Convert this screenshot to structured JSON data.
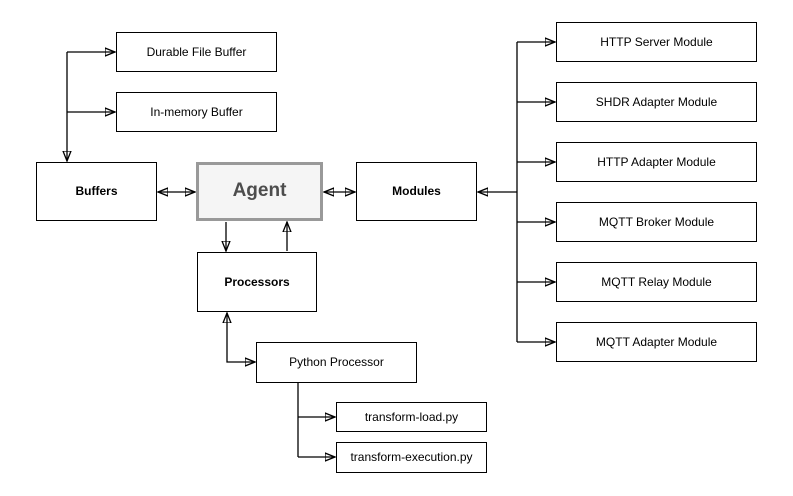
{
  "nodes": {
    "durable_file_buffer": "Durable File Buffer",
    "in_memory_buffer": "In-memory Buffer",
    "buffers": "Buffers",
    "agent": "Agent",
    "modules": "Modules",
    "processors": "Processors",
    "python_processor": "Python Processor",
    "transform_load": "transform-load.py",
    "transform_execution": "transform-execution.py"
  },
  "module_list": [
    "HTTP Server Module",
    "SHDR Adapter Module",
    "HTTP Adapter Module",
    "MQTT Broker Module",
    "MQTT Relay Module",
    "MQTT Adapter Module"
  ],
  "colors": {
    "background": "#ffffff",
    "line": "#000000",
    "node_border": "#000000",
    "node_fill": "#ffffff",
    "agent_fill": "#f5f5f5",
    "agent_border": "#999999",
    "agent_text": "#4d4d4d"
  }
}
